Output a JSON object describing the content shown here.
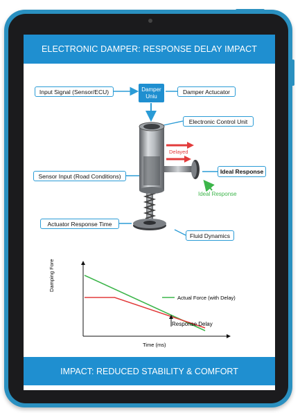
{
  "header": {
    "title": "ELECTRONIC DAMPER: RESPONSE DELAY IMPACT"
  },
  "footer": {
    "title": "IMPACT: REDUCED STABILITY & COMFORT"
  },
  "diagram": {
    "input_signal": "Input Signal (Sensor/ECU)",
    "damper_unit_line1": "Damper",
    "damper_unit_line2": "Uniu",
    "damper_actuator": "Damper Actucator",
    "ecu": "Electronic Control Unit",
    "delayed": "Delayed",
    "sensor_input": "Sensor Input (Road Conditions)",
    "ideal_response_box": "Ideal Response",
    "ideal_response_label": "Ideal Response",
    "actuator_time": "Actuator Response Time",
    "fluid_dynamics": "Fluid Dynamics"
  },
  "colors": {
    "accent": "#1f8fd0",
    "delayed": "#e23b3b",
    "ideal": "#3cb54a"
  },
  "chart_data": {
    "type": "line",
    "xlabel": "Time (ms)",
    "ylabel": "Damping Fore",
    "series": [
      {
        "name": "Actual Force (with Delay)",
        "color": "#3cb54a",
        "x": [
          0,
          100
        ],
        "y": [
          88,
          8
        ]
      },
      {
        "color": "#e23b3b",
        "x": [
          0,
          25,
          100
        ],
        "y": [
          56,
          56,
          12
        ]
      }
    ],
    "annotations": [
      "Response Delay"
    ],
    "xlim": [
      0,
      100
    ],
    "ylim": [
      0,
      100
    ]
  }
}
